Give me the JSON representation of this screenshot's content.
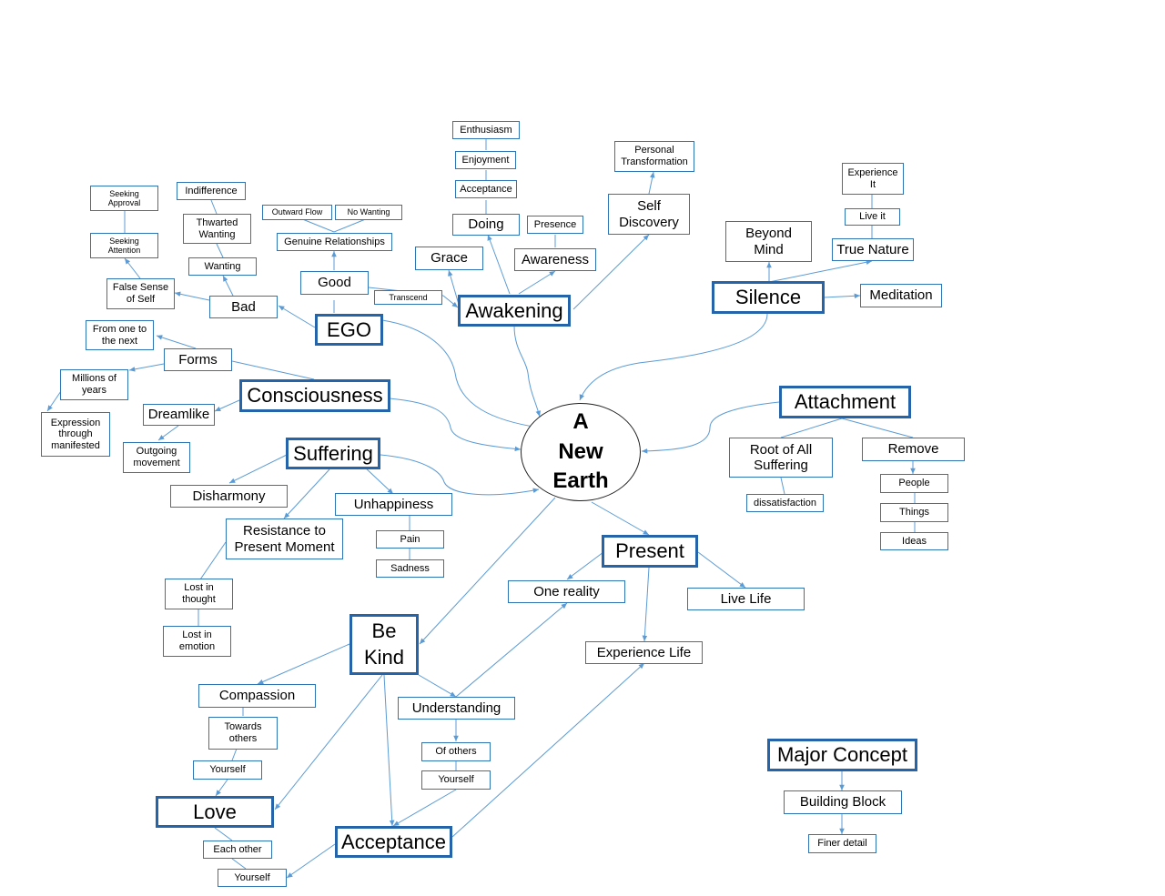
{
  "center": {
    "label": "A\nNew\nEarth"
  },
  "nodes": {
    "ego": "EGO",
    "good": "Good",
    "bad": "Bad",
    "genuine_relationships": "Genuine Relationships",
    "outward_flow": "Outward Flow",
    "no_wanting": "No Wanting",
    "transcend": "Transcend",
    "false_sense_of_self": "False Sense\nof Self",
    "wanting": "Wanting",
    "thwarted_wanting": "Thwarted\nWanting",
    "indifference": "Indifference",
    "seeking_attention": "Seeking\nAttention",
    "seeking_approval": "Seeking\nApproval",
    "awakening": "Awakening",
    "grace": "Grace",
    "doing": "Doing",
    "acceptance_small": "Acceptance",
    "enjoyment": "Enjoyment",
    "enthusiasm": "Enthusiasm",
    "awareness": "Awareness",
    "presence": "Presence",
    "self_discovery": "Self\nDiscovery",
    "personal_transformation": "Personal\nTransformation",
    "silence": "Silence",
    "beyond_mind": "Beyond\nMind",
    "true_nature": "True Nature",
    "live_it": "Live it",
    "experience_it": "Experience\nIt",
    "meditation": "Meditation",
    "consciousness": "Consciousness",
    "forms": "Forms",
    "from_one_to_next": "From one to\nthe next",
    "millions_of_years": "Millions of\nyears",
    "expression": "Expression\nthrough\nmanifested",
    "dreamlike": "Dreamlike",
    "outgoing_movement": "Outgoing\nmovement",
    "suffering": "Suffering",
    "disharmony": "Disharmony",
    "unhappiness": "Unhappiness",
    "pain": "Pain",
    "sadness": "Sadness",
    "resistance": "Resistance to\nPresent Moment",
    "lost_in_thought": "Lost in\nthought",
    "lost_in_emotion": "Lost in\nemotion",
    "attachment": "Attachment",
    "root_of_all_suffering": "Root of All\nSuffering",
    "dissatisfaction": "dissatisfaction",
    "remove": "Remove",
    "people": "People",
    "things": "Things",
    "ideas": "Ideas",
    "present": "Present",
    "one_reality": "One reality",
    "live_life": "Live Life",
    "experience_life": "Experience Life",
    "be_kind": "Be\nKind",
    "compassion": "Compassion",
    "towards_others": "Towards\nothers",
    "yourself_compassion": "Yourself",
    "love": "Love",
    "each_other": "Each other",
    "yourself_love": "Yourself",
    "understanding": "Understanding",
    "of_others": "Of others",
    "yourself_understanding": "Yourself",
    "acceptance": "Acceptance",
    "major_concept": "Major Concept",
    "building_block": "Building Block",
    "finer_detail": "Finer detail"
  },
  "colors": {
    "line": "#5b9bd5",
    "border": "#2e75b6"
  }
}
